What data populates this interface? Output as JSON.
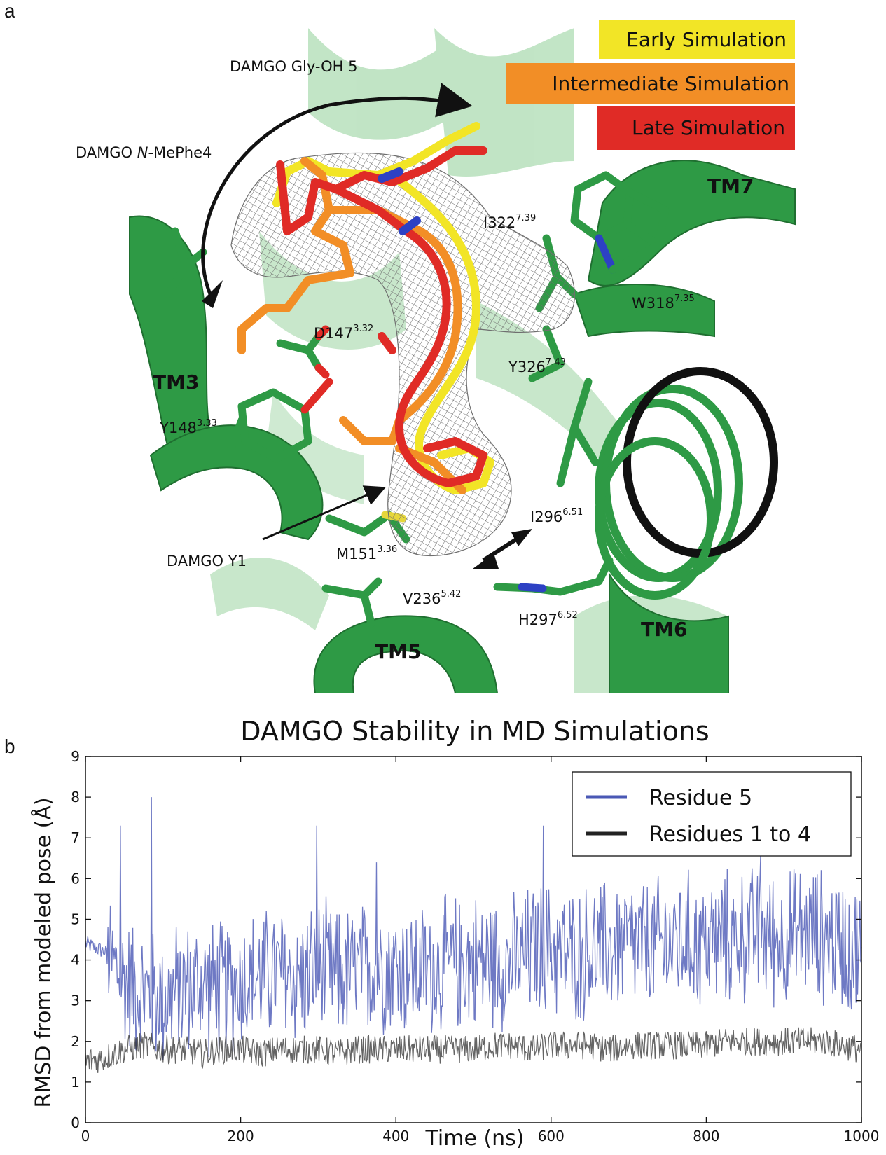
{
  "panel_a": {
    "letter": "a",
    "legend": [
      {
        "label": "Early Simulation",
        "color": "#f2e526"
      },
      {
        "label": "Intermediate Simulation",
        "color": "#f28e26"
      },
      {
        "label": "Late Simulation",
        "color": "#e02b26"
      }
    ],
    "helix_labels": {
      "tm3": "TM3",
      "tm5": "TM5",
      "tm6": "TM6",
      "tm7": "TM7"
    },
    "ligand_labels": {
      "gly": "DAMGO Gly-OH 5",
      "mephe_pre": "DAMGO ",
      "mephe_italic": "N",
      "mephe_post": "-MePhe4",
      "y1": "DAMGO Y1"
    },
    "residues": [
      {
        "id": "i322",
        "name": "I322",
        "sup": "7.39"
      },
      {
        "id": "w318",
        "name": "W318",
        "sup": "7.35"
      },
      {
        "id": "d147",
        "name": "D147",
        "sup": "3.32"
      },
      {
        "id": "y326",
        "name": "Y326",
        "sup": "7.43"
      },
      {
        "id": "y148",
        "name": "Y148",
        "sup": "3.33"
      },
      {
        "id": "i296",
        "name": "I296",
        "sup": "6.51"
      },
      {
        "id": "m151",
        "name": "M151",
        "sup": "3.36"
      },
      {
        "id": "v236",
        "name": "V236",
        "sup": "5.42"
      },
      {
        "id": "h297",
        "name": "H297",
        "sup": "6.52"
      }
    ],
    "colors": {
      "helix": "#2e9a45",
      "helix_light": "#8fcf97",
      "mesh": "#6f6f6f"
    }
  },
  "panel_b": {
    "letter": "b",
    "chart_data": {
      "type": "line",
      "title": "DAMGO Stability in MD Simulations",
      "xlabel": "Time (ns)",
      "ylabel": "RMSD from modeled pose (Å)",
      "xlim": [
        0,
        1000
      ],
      "ylim": [
        0,
        9
      ],
      "x_ticks": [
        0,
        200,
        400,
        600,
        800,
        1000
      ],
      "y_ticks": [
        0,
        1,
        2,
        3,
        4,
        5,
        6,
        7,
        8,
        9
      ],
      "legend_position": "top-right",
      "grid": false,
      "series": [
        {
          "name": "Residue 5",
          "color": "#4a58b5",
          "x": [
            0,
            25,
            50,
            75,
            100,
            125,
            150,
            175,
            200,
            225,
            250,
            275,
            300,
            325,
            350,
            375,
            400,
            425,
            450,
            475,
            500,
            525,
            550,
            575,
            600,
            625,
            650,
            675,
            700,
            725,
            750,
            775,
            800,
            825,
            850,
            875,
            900,
            925,
            950,
            975,
            1000
          ],
          "values": [
            4.4,
            4.2,
            3.5,
            3.2,
            3.0,
            3.3,
            3.4,
            3.3,
            3.5,
            3.6,
            3.7,
            3.5,
            3.8,
            3.6,
            3.7,
            3.9,
            3.8,
            3.7,
            3.8,
            3.9,
            4.0,
            4.0,
            3.9,
            4.2,
            4.3,
            4.1,
            4.2,
            4.3,
            4.4,
            4.3,
            4.4,
            4.5,
            4.4,
            4.5,
            4.6,
            4.6,
            4.5,
            4.7,
            4.6,
            4.4,
            4.2
          ],
          "peaks": [
            [
              45,
              7.3
            ],
            [
              85,
              8.0
            ],
            [
              298,
              7.3
            ],
            [
              375,
              6.4
            ],
            [
              590,
              7.3
            ],
            [
              870,
              6.6
            ]
          ]
        },
        {
          "name": "Residues 1 to 4",
          "color": "#222222",
          "x": [
            0,
            25,
            50,
            75,
            100,
            125,
            150,
            175,
            200,
            225,
            250,
            275,
            300,
            325,
            350,
            375,
            400,
            425,
            450,
            475,
            500,
            525,
            550,
            575,
            600,
            625,
            650,
            675,
            700,
            725,
            750,
            775,
            800,
            825,
            850,
            875,
            900,
            925,
            950,
            975,
            1000
          ],
          "values": [
            1.5,
            1.6,
            1.8,
            1.9,
            1.8,
            1.8,
            1.7,
            1.8,
            1.8,
            1.7,
            1.8,
            1.8,
            1.8,
            1.7,
            1.8,
            1.8,
            1.8,
            1.8,
            1.8,
            1.8,
            1.8,
            1.9,
            1.9,
            1.8,
            1.9,
            1.9,
            1.9,
            1.8,
            1.9,
            1.9,
            1.9,
            1.9,
            1.9,
            2.0,
            2.0,
            2.0,
            2.0,
            2.0,
            2.0,
            1.9,
            1.8
          ]
        }
      ]
    }
  }
}
